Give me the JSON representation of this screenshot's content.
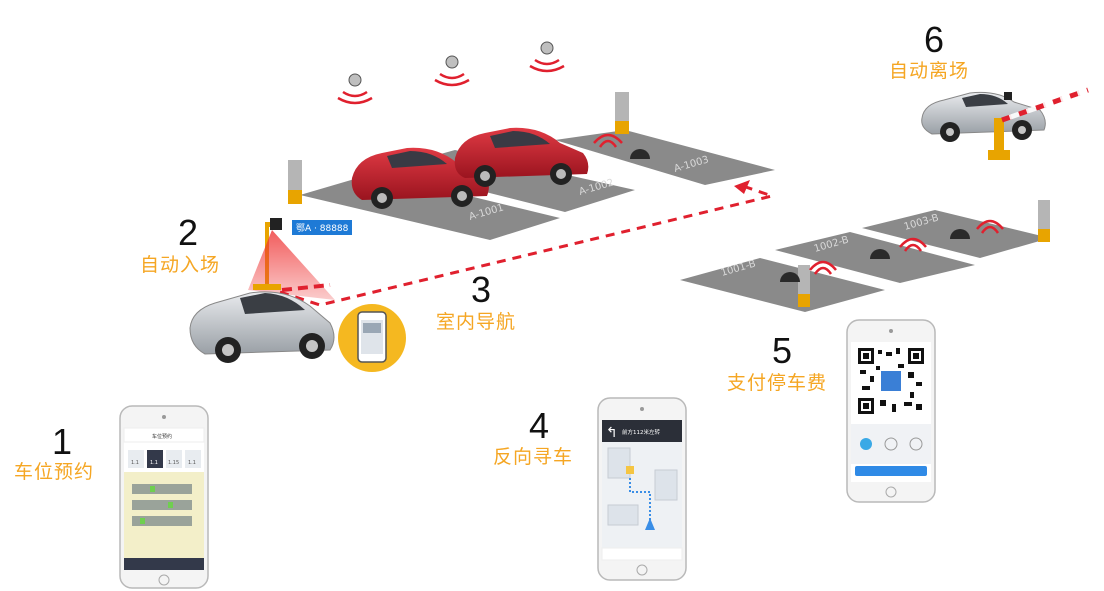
{
  "steps": [
    {
      "number": "1",
      "label": "车位预约"
    },
    {
      "number": "2",
      "label": "自动入场"
    },
    {
      "number": "3",
      "label": "室内导航"
    },
    {
      "number": "4",
      "label": "反向寻车"
    },
    {
      "number": "5",
      "label": "支付停车费"
    },
    {
      "number": "6",
      "label": "自动离场"
    }
  ],
  "plate": "鄂A · 88888",
  "space_labels": [
    "A-1001",
    "A-1002",
    "A-1003",
    "1001-B",
    "1002-B",
    "1003-B"
  ],
  "phone_nav": {
    "banner": "前方112米左转"
  },
  "phone_booking": {
    "title": "车位预约",
    "slots": [
      "1.1",
      "1.1",
      "1.15",
      "1.1"
    ]
  },
  "colors": {
    "accent": "#f5a623",
    "car_red": "#c8202e",
    "dash_red": "#e0202e",
    "parking_gray": "#8a8a8a",
    "plate_blue": "#1e7ad6"
  }
}
